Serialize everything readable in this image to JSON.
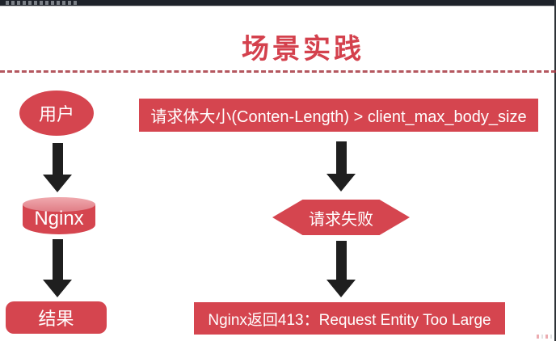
{
  "title": {
    "text": "场景实践"
  },
  "flow": {
    "left": [
      {
        "type": "ellipse",
        "label": "用户"
      },
      {
        "type": "cylinder",
        "label": "Nginx"
      },
      {
        "type": "rounded-rect",
        "label": "结果"
      }
    ],
    "right": [
      {
        "type": "rect",
        "label": "请求体大小(Conten-Length) > client_max_body_size"
      },
      {
        "type": "hexagon",
        "label": "请求失败"
      },
      {
        "type": "rect",
        "label": "Nginx返回413：Request Entity Too Large"
      }
    ]
  },
  "colors": {
    "accent_red": "#d5454f",
    "title_red": "#d4414d",
    "arrow_black": "#1f1f1f",
    "topbar_dark": "#1e222a",
    "divider_red": "#a83a44"
  }
}
